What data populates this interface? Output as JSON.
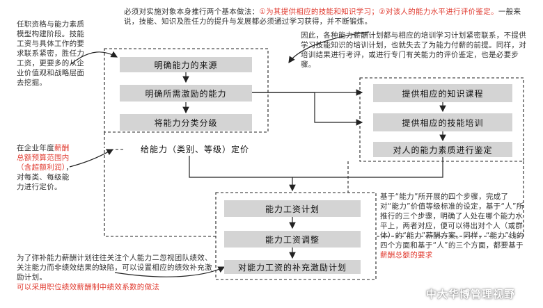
{
  "top_note": {
    "lead": "必须对实施对象本身推行两个基本做法：",
    "red": "①为其提供相应的技能和知识学习；②对该人的能力水平进行评价鉴定。",
    "rest": "一般来说，技能、知识及胜任力的提升与发展都必须通过学习获得，并不断锻炼。"
  },
  "left_note_1": "任职资格与能力素质模型构建阶段。技能工资与具体工作的要求联系紧密，胜任力工资，更要多的从企业价值观和战略层面去挖掘。",
  "left_note_2": {
    "a": "在企业年度",
    "red": "薪酬总额预算范围内（含超额利润）",
    "b": "，对每类、每级能力进行定价。"
  },
  "bottom_note": {
    "black": "为了弥补能力薪酬计划往往关注个人能力二忽视团队绩效、关注能力而非绩效结果的缺陷，可以设置相应的绩效补充激励计划。",
    "red": "可以采用职位绩效薪酬制中绩效系数的做法"
  },
  "right_note_1": "因此，各种能力薪酬计划都与相应的培训学习计划紧密联系，不提供学习技能知识的培训计划，也就失去了为能力付薪的前提。同样，对培训结果进行考评，或进行专门有关能力的评价鉴定，也是必要步骤。",
  "right_note_2": {
    "text": "基于“能力”所开展的四个步骤，完成了对“能力”价值等级标准的设定，基于“人”所推行的三个步骤，明确了人处在哪个能力水平上，两者对应，便可以得出对个人（或群体）的“能力”薪酬方案。同样，“能力”线的四个方面和基于“人”的三个方面，都要基于",
    "red": "薪酬总额的要求"
  },
  "boxes": {
    "source": "明确能力的来源",
    "incent": "明确所需激励的能力",
    "classify": "将能力分类分级",
    "pricing": "给能力（类别、等级）定价",
    "knowledge": "提供相应的知识课程",
    "skill": "提供相应的技能培训",
    "appraise": "对人的能力素质进行鉴定",
    "wage_plan": "能力工资计划",
    "wage_adjust": "能力工资调整",
    "wage_bonus": "对能力工资的补充激励计划"
  },
  "watermark": "中大华博管理视野"
}
